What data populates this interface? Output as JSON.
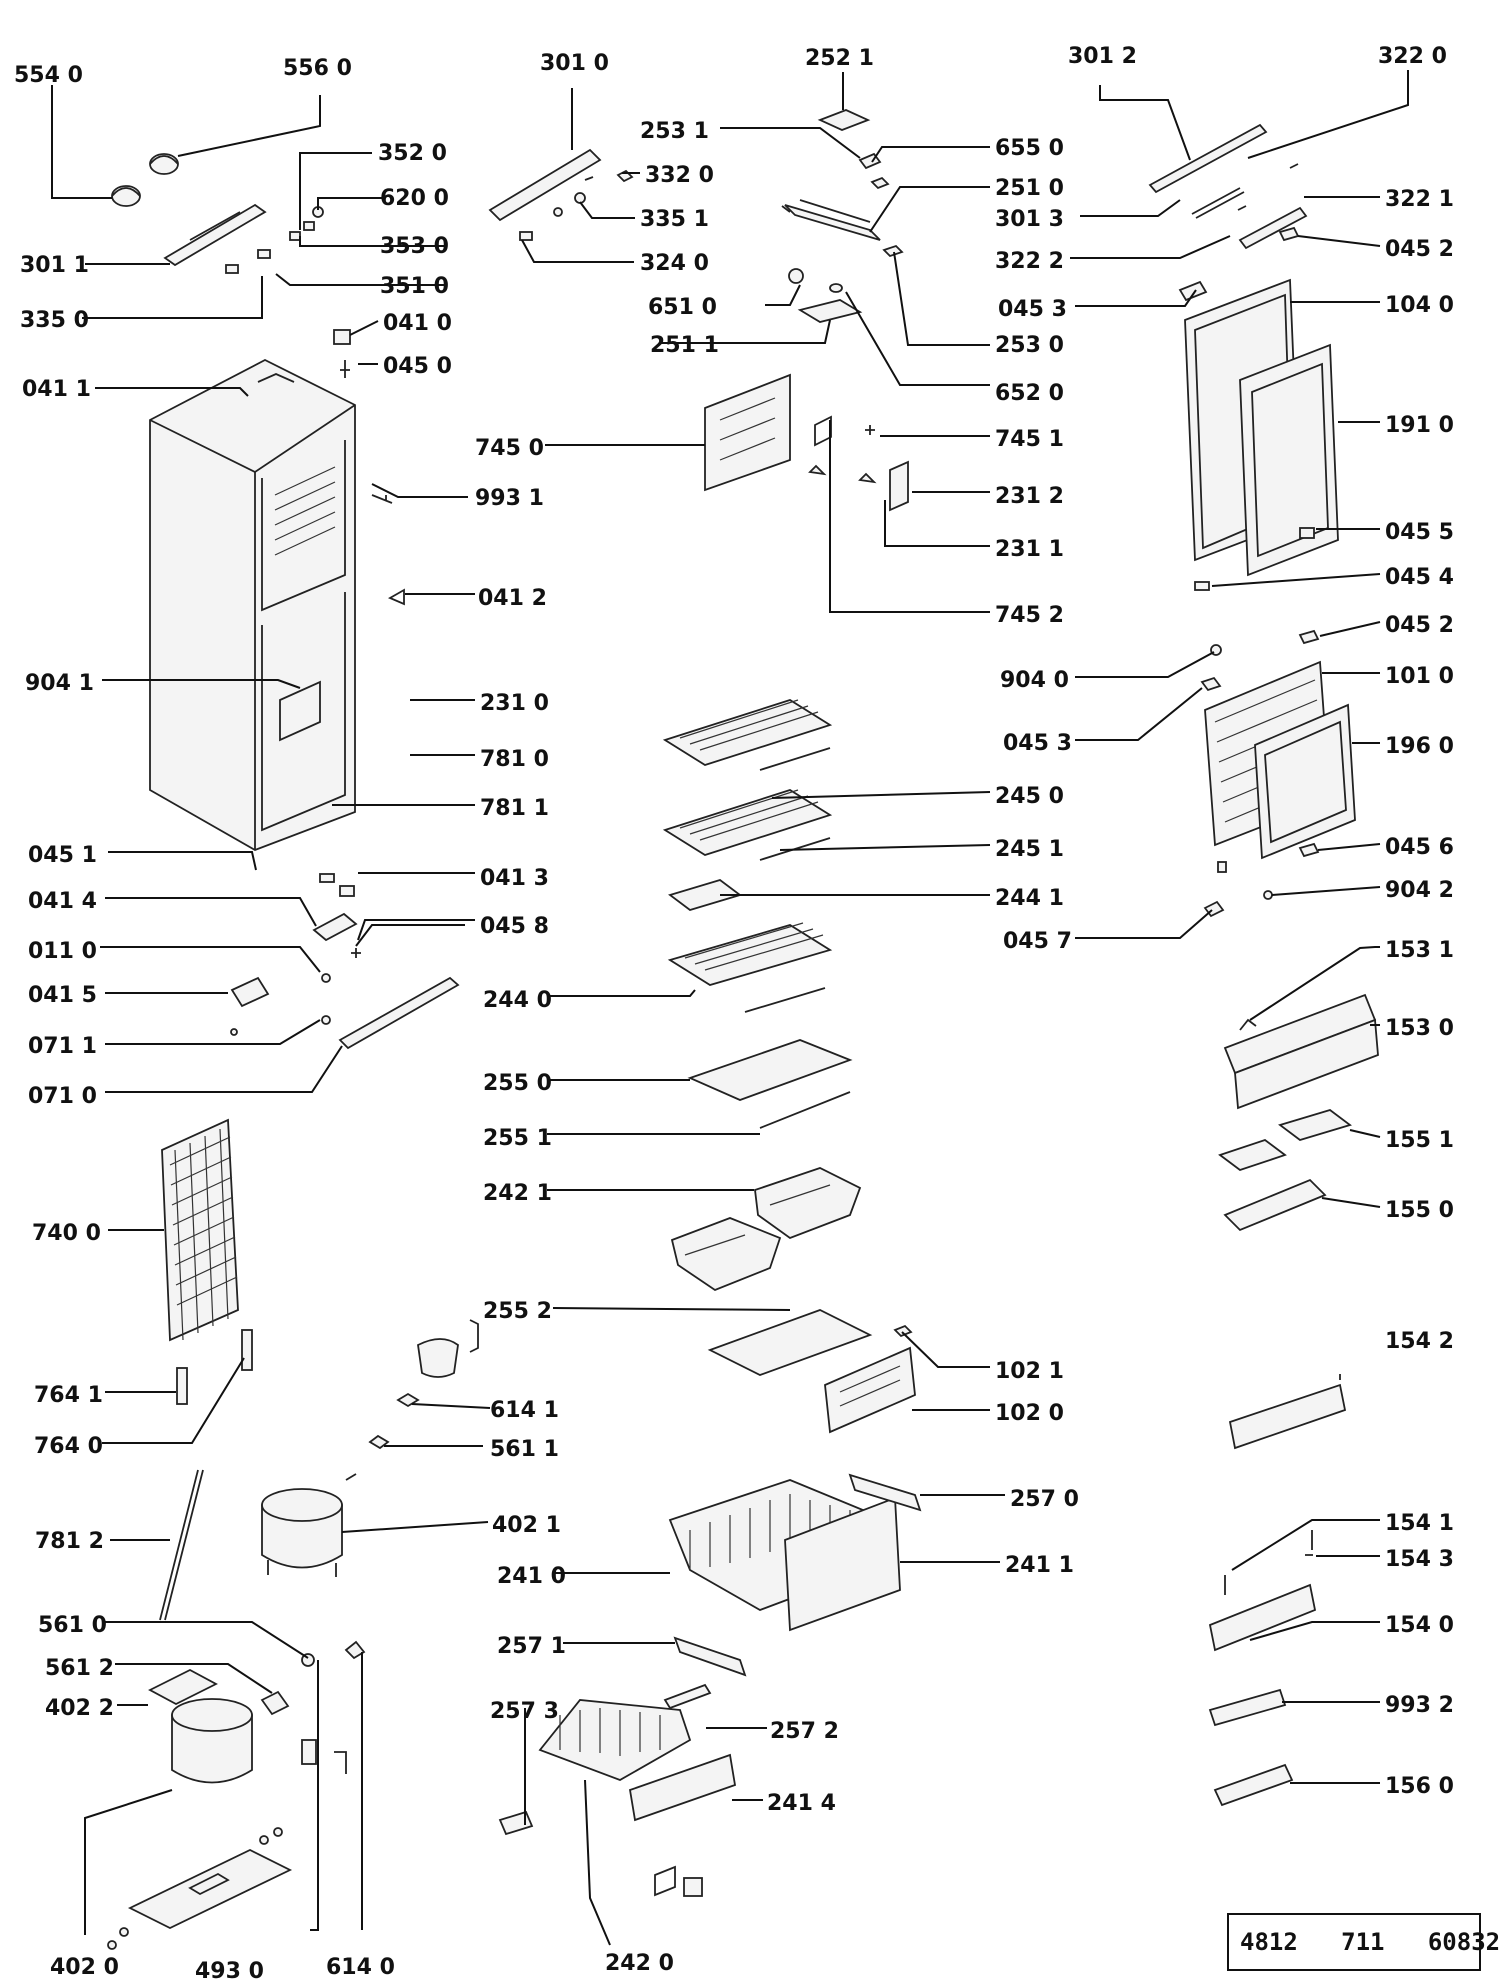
{
  "diagram": {
    "labels": [
      "554 0",
      "556 0",
      "352 0",
      "620 0",
      "353 0",
      "301 1",
      "351 0",
      "335 0",
      "041 0",
      "045 0",
      "041 1",
      "993 1",
      "041 2",
      "904 1",
      "231 0",
      "781 0",
      "781 1",
      "045 1",
      "041 3",
      "041 4",
      "045 8",
      "011 0",
      "041 5",
      "071 1",
      "071 0",
      "740 0",
      "764 1",
      "764 0",
      "781 2",
      "561 0",
      "561 2",
      "402 2",
      "402 0",
      "493 0",
      "614 0",
      "301 0",
      "332 0",
      "335 1",
      "324 0",
      "252 1",
      "253 1",
      "655 0",
      "251 0",
      "651 0",
      "251 1",
      "253 0",
      "652 0",
      "745 0",
      "745 1",
      "231 2",
      "231 1",
      "745 2",
      "245 0",
      "245 1",
      "244 1",
      "244 0",
      "255 0",
      "255 1",
      "242 1",
      "255 2",
      "102 1",
      "102 0",
      "614 1",
      "561 1",
      "402 1",
      "257 0",
      "241 0",
      "241 1",
      "257 1",
      "257 3",
      "257 2",
      "241 4",
      "242 0",
      "301 2",
      "322 0",
      "322 1",
      "301 3",
      "045 2",
      "322 2",
      "045 3",
      "104 0",
      "191 0",
      "045 5",
      "045 4",
      "045 2",
      "904 0",
      "101 0",
      "045 3",
      "196 0",
      "045 6",
      "904 2",
      "045 7",
      "153 1",
      "153 0",
      "155 1",
      "155 0",
      "154 2",
      "154 1",
      "154 3",
      "154 0",
      "993 2",
      "156 0"
    ],
    "doc_number": "4812   711   60832"
  }
}
